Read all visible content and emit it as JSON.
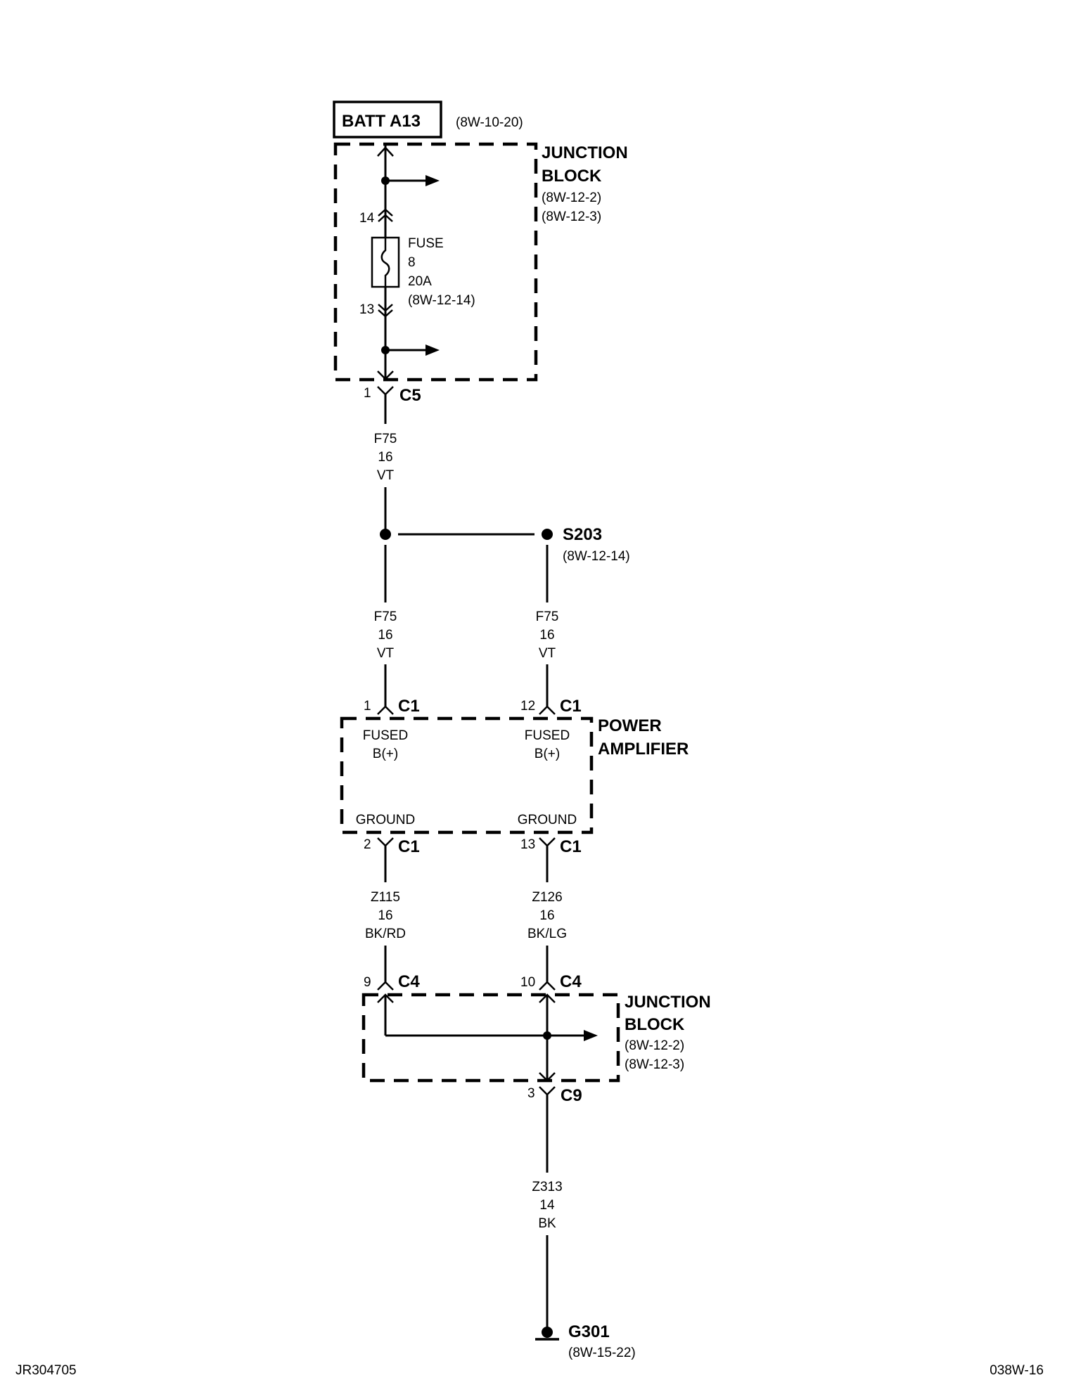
{
  "batt": {
    "label": "BATT A13",
    "ref": "(8W-10-20)"
  },
  "jb_top": {
    "title1": "JUNCTION",
    "title2": "BLOCK",
    "ref1": "(8W-12-2)",
    "ref2": "(8W-12-3)"
  },
  "fuse": {
    "pin_in": "14",
    "pin_out": "13",
    "line1": "FUSE",
    "line2": "8",
    "line3": "20A",
    "line4": "(8W-12-14)"
  },
  "c5": {
    "pin": "1",
    "name": "C5"
  },
  "wire_f75_a": {
    "circuit": "F75",
    "gauge": "16",
    "color": "VT"
  },
  "splice": {
    "name": "S203",
    "ref": "(8W-12-14)"
  },
  "wire_f75_b": {
    "circuit": "F75",
    "gauge": "16",
    "color": "VT"
  },
  "wire_f75_c": {
    "circuit": "F75",
    "gauge": "16",
    "color": "VT"
  },
  "amp_in_left": {
    "pin": "1",
    "name": "C1"
  },
  "amp_in_right": {
    "pin": "12",
    "name": "C1"
  },
  "amp": {
    "title1": "POWER",
    "title2": "AMPLIFIER",
    "fused1": "FUSED",
    "fused2": "B(+)",
    "ground": "GROUND"
  },
  "amp_out_left": {
    "pin": "2",
    "name": "C1"
  },
  "amp_out_right": {
    "pin": "13",
    "name": "C1"
  },
  "wire_z115": {
    "circuit": "Z115",
    "gauge": "16",
    "color": "BK/RD"
  },
  "wire_z126": {
    "circuit": "Z126",
    "gauge": "16",
    "color": "BK/LG"
  },
  "c4_left": {
    "pin": "9",
    "name": "C4"
  },
  "c4_right": {
    "pin": "10",
    "name": "C4"
  },
  "jb_bottom": {
    "title1": "JUNCTION",
    "title2": "BLOCK",
    "ref1": "(8W-12-2)",
    "ref2": "(8W-12-3)"
  },
  "c9": {
    "pin": "3",
    "name": "C9"
  },
  "wire_z313": {
    "circuit": "Z313",
    "gauge": "14",
    "color": "BK"
  },
  "ground": {
    "name": "G301",
    "ref": "(8W-15-22)"
  },
  "footer": {
    "left": "JR304705",
    "right": "038W-16"
  }
}
